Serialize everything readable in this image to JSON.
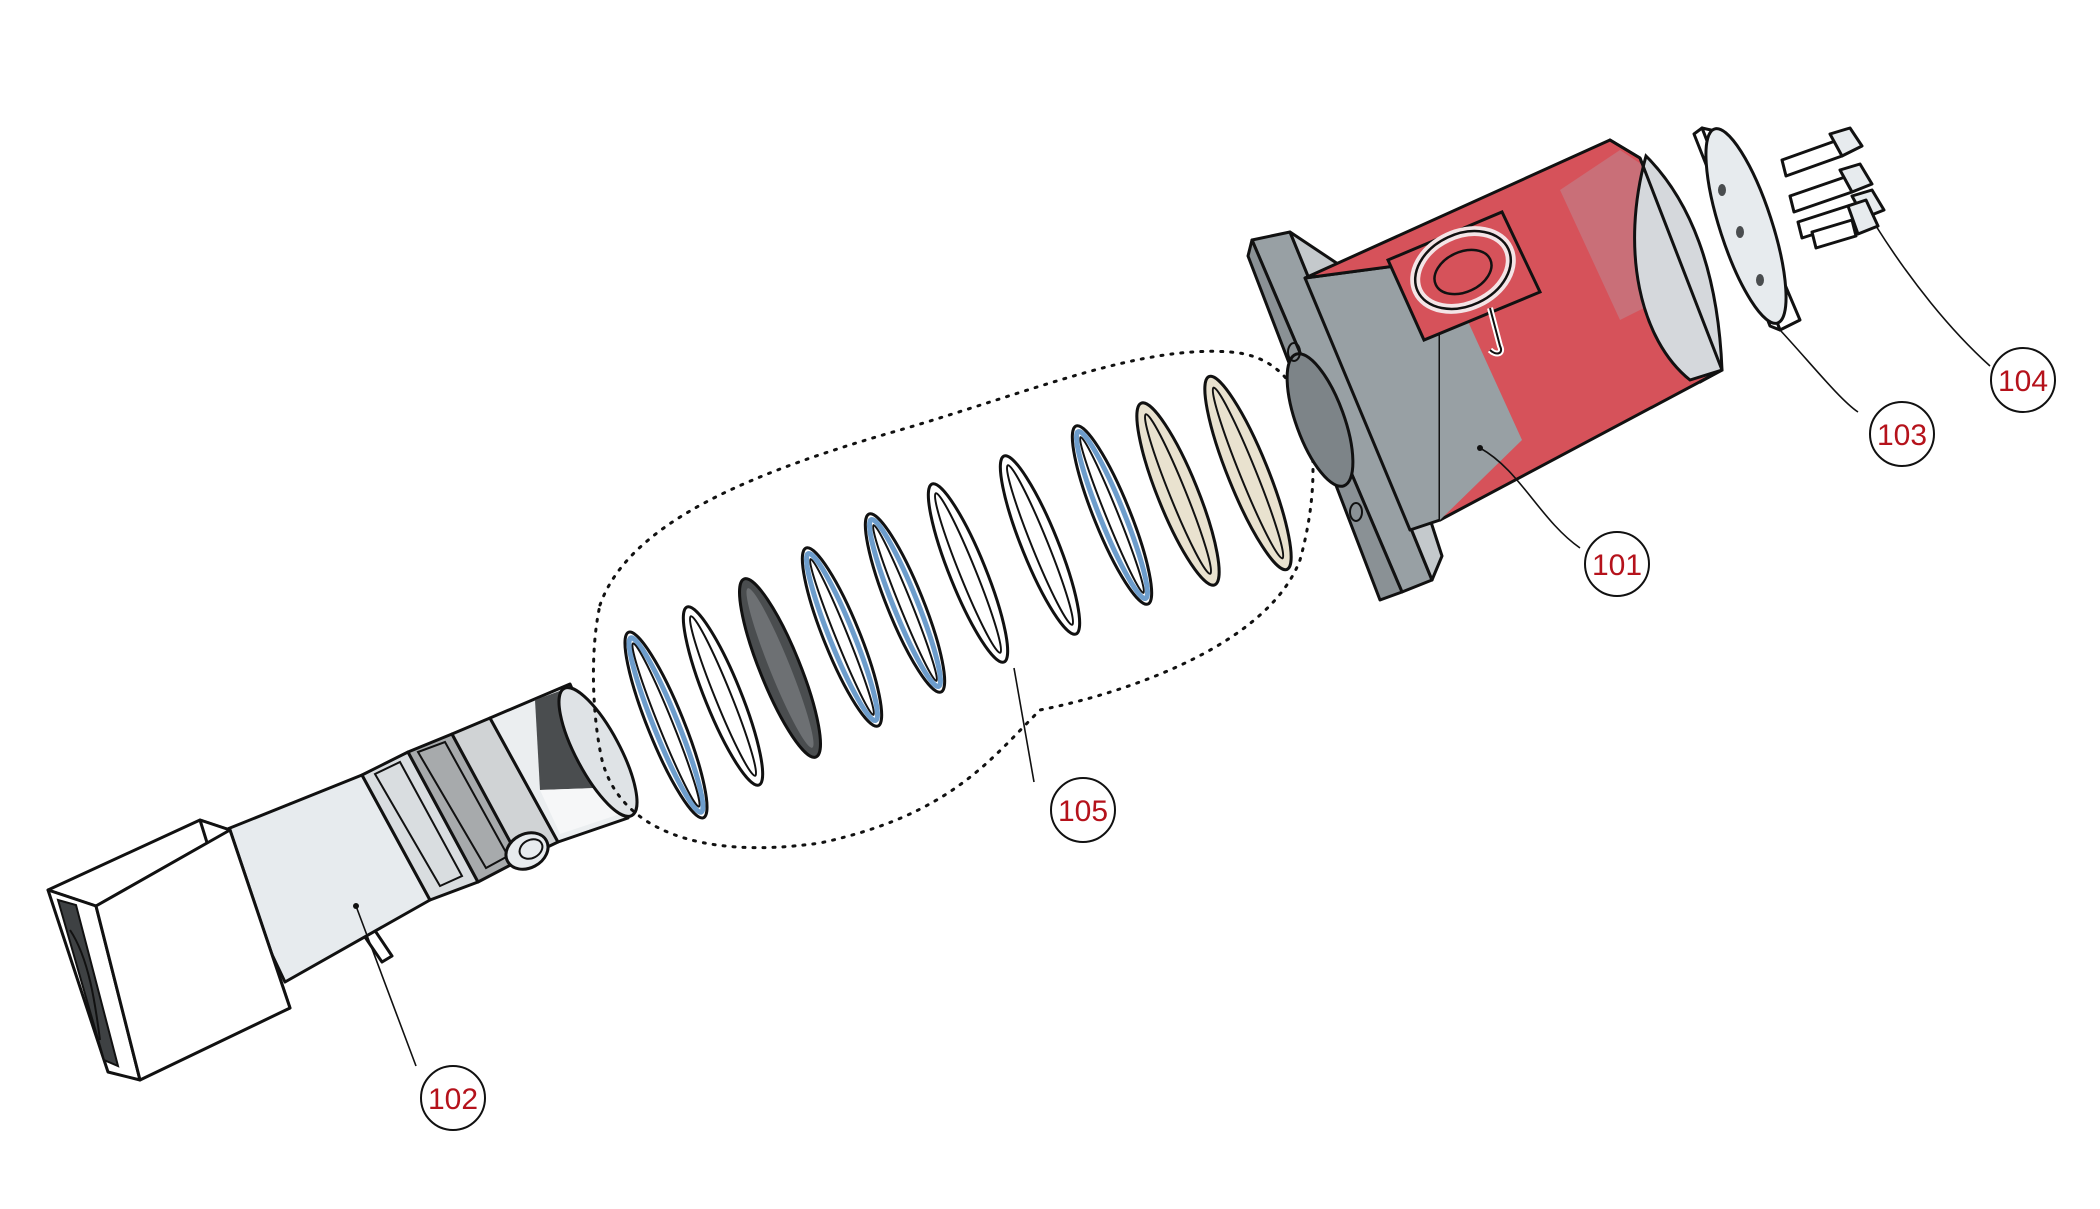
{
  "diagram": {
    "type": "exploded-assembly",
    "callouts": [
      {
        "id": "101",
        "label": "101"
      },
      {
        "id": "102",
        "label": "102"
      },
      {
        "id": "103",
        "label": "103"
      },
      {
        "id": "104",
        "label": "104"
      },
      {
        "id": "105",
        "label": "105"
      }
    ]
  },
  "colors": {
    "callout_text": "#b5121b",
    "outline": "#111111",
    "housing_red": "#d6525a",
    "housing_pink": "#e8b8bd",
    "flange_gray": "#98a0a4",
    "light_gray": "#e7ebee",
    "mid_gray": "#a7aaac",
    "dark_gray": "#4a4d4f",
    "seal_blue": "#6d9dcc",
    "seal_cream": "#e9e2cf"
  }
}
